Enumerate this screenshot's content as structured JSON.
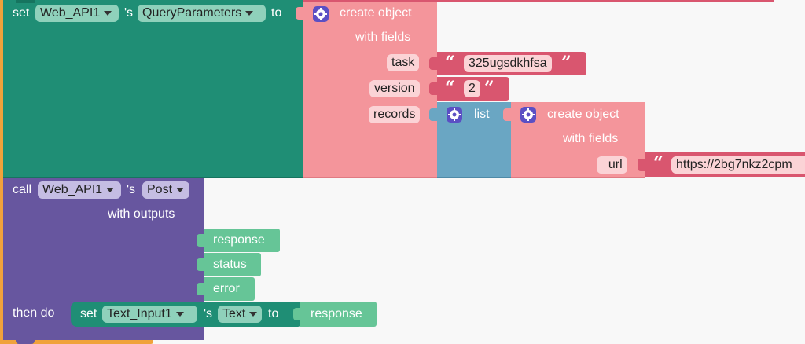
{
  "blocks": {
    "set_query": {
      "set_kw": "set",
      "component": "Web_API1",
      "possessive": "'s",
      "property": "QueryParameters",
      "to_kw": "to"
    },
    "create_object_1": {
      "title": "create object",
      "with_fields": "with fields",
      "fields": {
        "task": {
          "key": "task",
          "value": "325ugsdkhfsa"
        },
        "version": {
          "key": "version",
          "value": "2"
        },
        "records": {
          "key": "records"
        }
      }
    },
    "list_block": {
      "label": "list"
    },
    "create_object_2": {
      "title": "create object",
      "with_fields": "with fields",
      "url": {
        "key": "_url",
        "value": "https://2bg7nkz2cpm"
      }
    },
    "call_post": {
      "call_kw": "call",
      "component": "Web_API1",
      "possessive": "'s",
      "method": "Post",
      "with_outputs": "with outputs",
      "outputs": [
        "response",
        "status",
        "error"
      ],
      "then_do": "then do"
    },
    "set_text": {
      "set_kw": "set",
      "component": "Text_Input1",
      "possessive": "'s",
      "property": "Text",
      "to_kw": "to",
      "value": "response"
    }
  },
  "colors": {
    "teal": "#1f8e75",
    "pink": "#f4959b",
    "string_red": "#d9566f",
    "list_blue": "#6aa6c3",
    "purple": "#67569f",
    "green": "#66c597",
    "orange": "#f0a23b"
  },
  "icons": [
    "gear-icon",
    "dropdown-arrow-icon",
    "open-quote-icon",
    "close-quote-icon"
  ]
}
